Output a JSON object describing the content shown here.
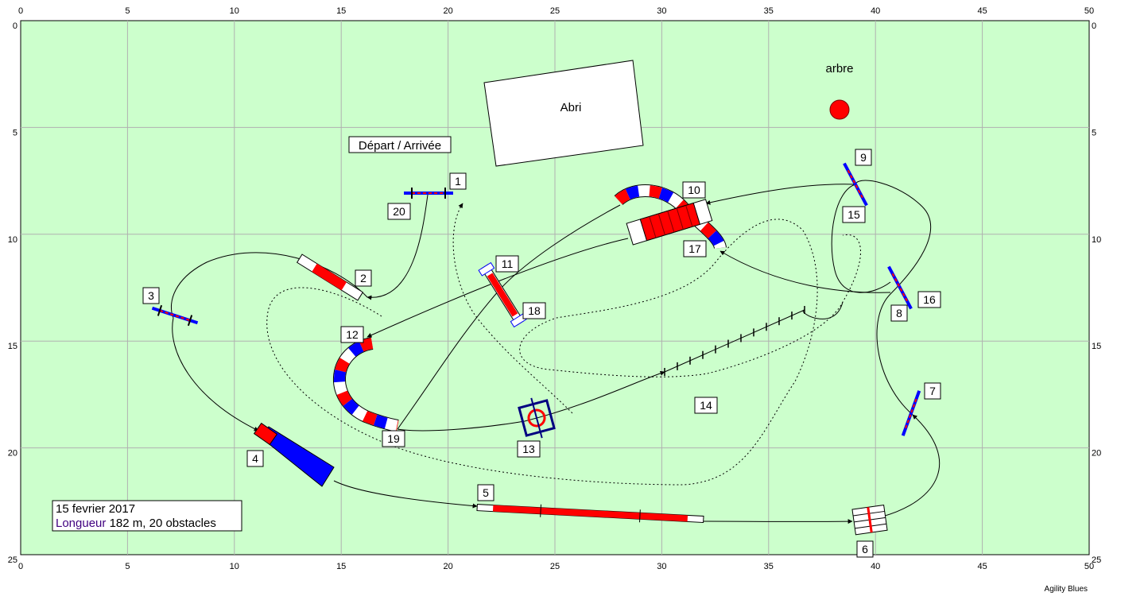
{
  "field": {
    "background_color": "#ccffcc",
    "grid_color": "#b0b0b0",
    "x_range": [
      0,
      50
    ],
    "y_range": [
      0,
      25
    ],
    "x_ticks": [
      0,
      5,
      10,
      15,
      20,
      25,
      30,
      35,
      40,
      45,
      50
    ],
    "y_ticks": [
      0,
      5,
      10,
      15,
      20,
      25
    ]
  },
  "labels": {
    "shelter": "Abri",
    "tree": "arbre",
    "start_finish": "Départ / Arrivée",
    "date": "15 fevrier 2017",
    "length_prefix": "Longueur",
    "length_rest": " 182 m, 20 obstacles",
    "software": "Agility Blues"
  },
  "colors": {
    "red": "#ff0000",
    "blue": "#0000ff",
    "white": "#ffffff",
    "tree": "#ff0000",
    "dark_blue": "#000080",
    "purple_text": "#400080"
  },
  "obstacle_numbers": [
    "1",
    "2",
    "3",
    "4",
    "5",
    "6",
    "7",
    "8",
    "9",
    "10",
    "11",
    "12",
    "13",
    "14",
    "15",
    "16",
    "17",
    "18",
    "19",
    "20"
  ]
}
